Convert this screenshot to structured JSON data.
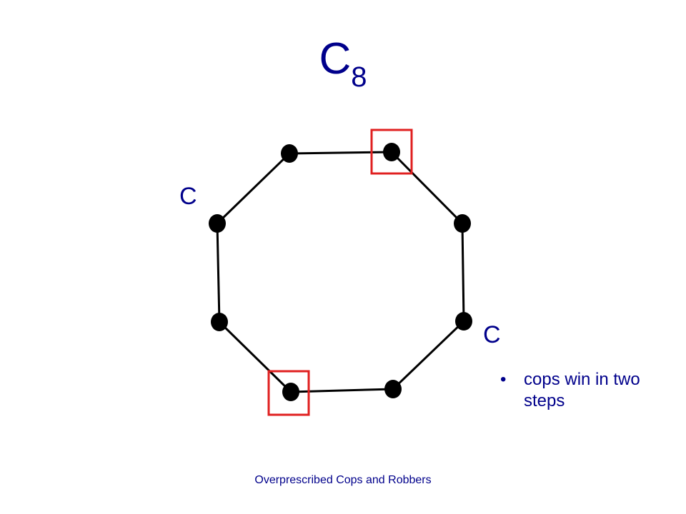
{
  "title": {
    "base": "C",
    "subscript": "8"
  },
  "labels": {
    "cop_left": "C",
    "cop_right": "C"
  },
  "bullets": [
    "cops win in two steps"
  ],
  "bullet_glyph": "•",
  "footer": "Overprescribed Cops and Robbers",
  "colors": {
    "text": "#00008b",
    "node": "#000000",
    "highlight": "#e02020"
  }
}
